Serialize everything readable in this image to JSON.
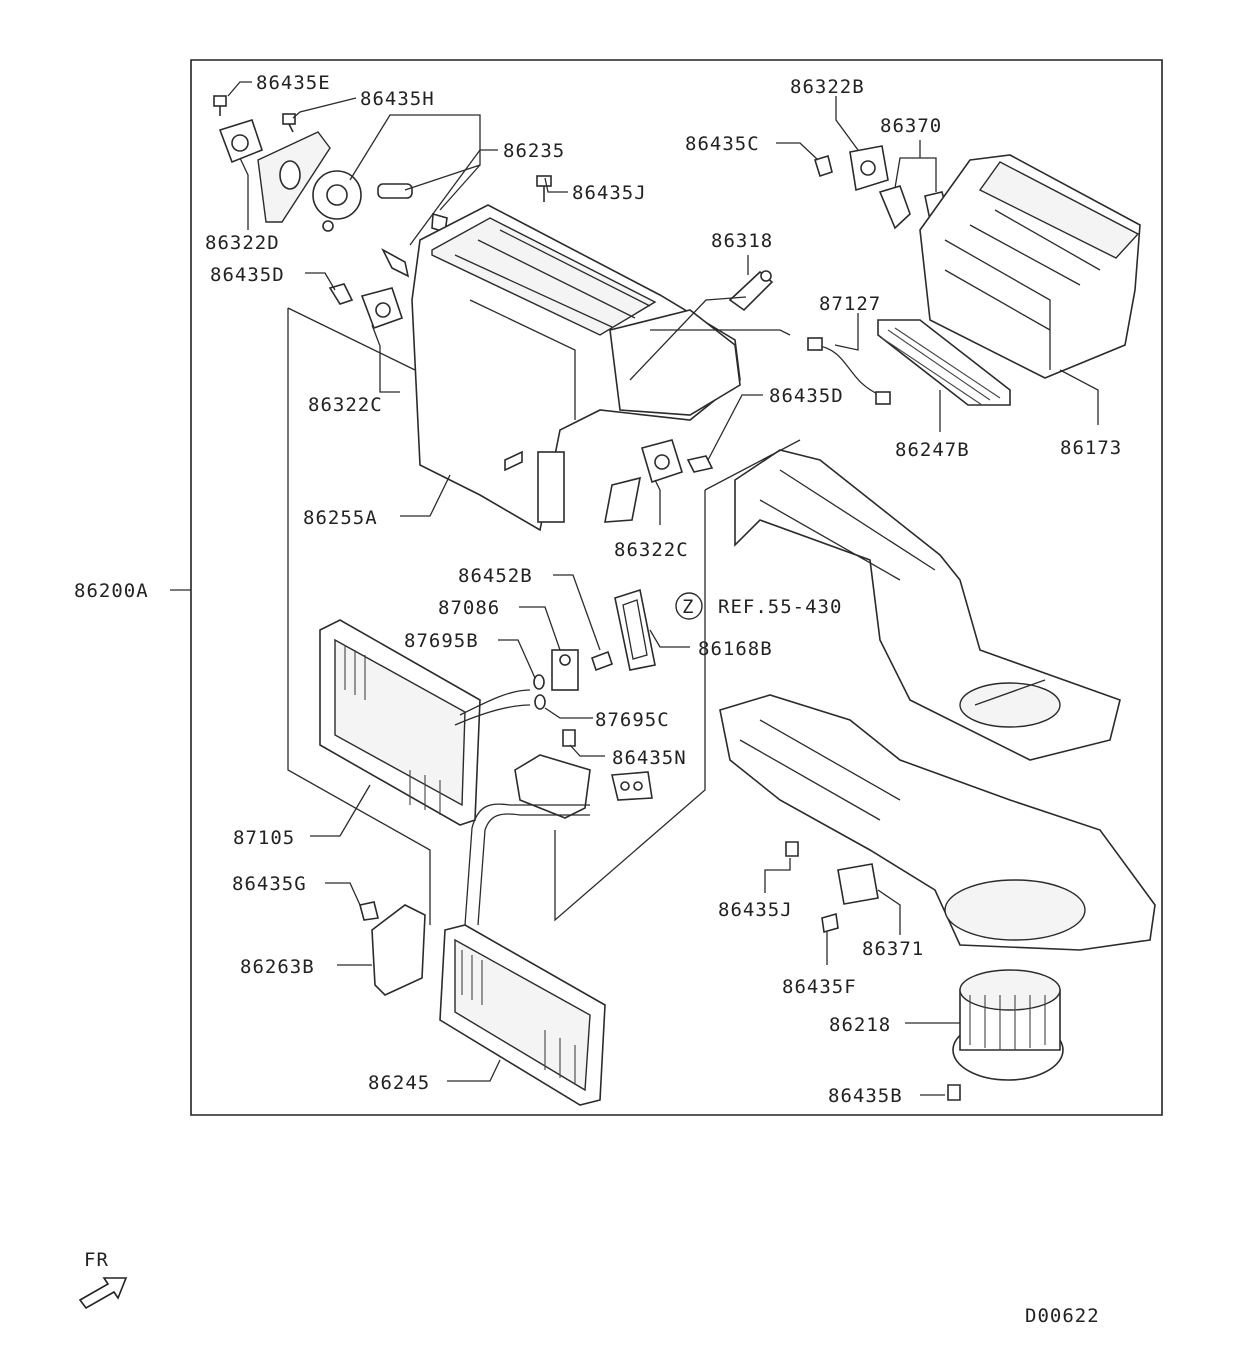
{
  "diagram_code": "D00622",
  "orientation_label": "FR",
  "reference": {
    "circle_letter": "Z",
    "text": "REF.55-430"
  },
  "labels": {
    "l86435E_top": "86435E",
    "l86435H": "86435H",
    "l86235": "86235",
    "l86435J_top": "86435J",
    "l86322D": "86322D",
    "l86435D_left": "86435D",
    "l86322C_left": "86322C",
    "l86255A": "86255A",
    "l86322C_mid": "86322C",
    "l86318": "86318",
    "l86322B": "86322B",
    "l86370": "86370",
    "l86435C": "86435C",
    "l87127": "87127",
    "l86435D_right": "86435D",
    "l86247B": "86247B",
    "l86173": "86173",
    "l86200A": "86200A",
    "l86452B": "86452B",
    "l87086": "87086",
    "l87695B": "87695B",
    "l86168B": "86168B",
    "l87695C": "87695C",
    "l86435N": "86435N",
    "l87105": "87105",
    "l86435G": "86435G",
    "l86263B": "86263B",
    "l86245": "86245",
    "l86435J_bottom": "86435J",
    "l86371": "86371",
    "l86435F": "86435F",
    "l86218": "86218",
    "l86435B": "86435B"
  }
}
